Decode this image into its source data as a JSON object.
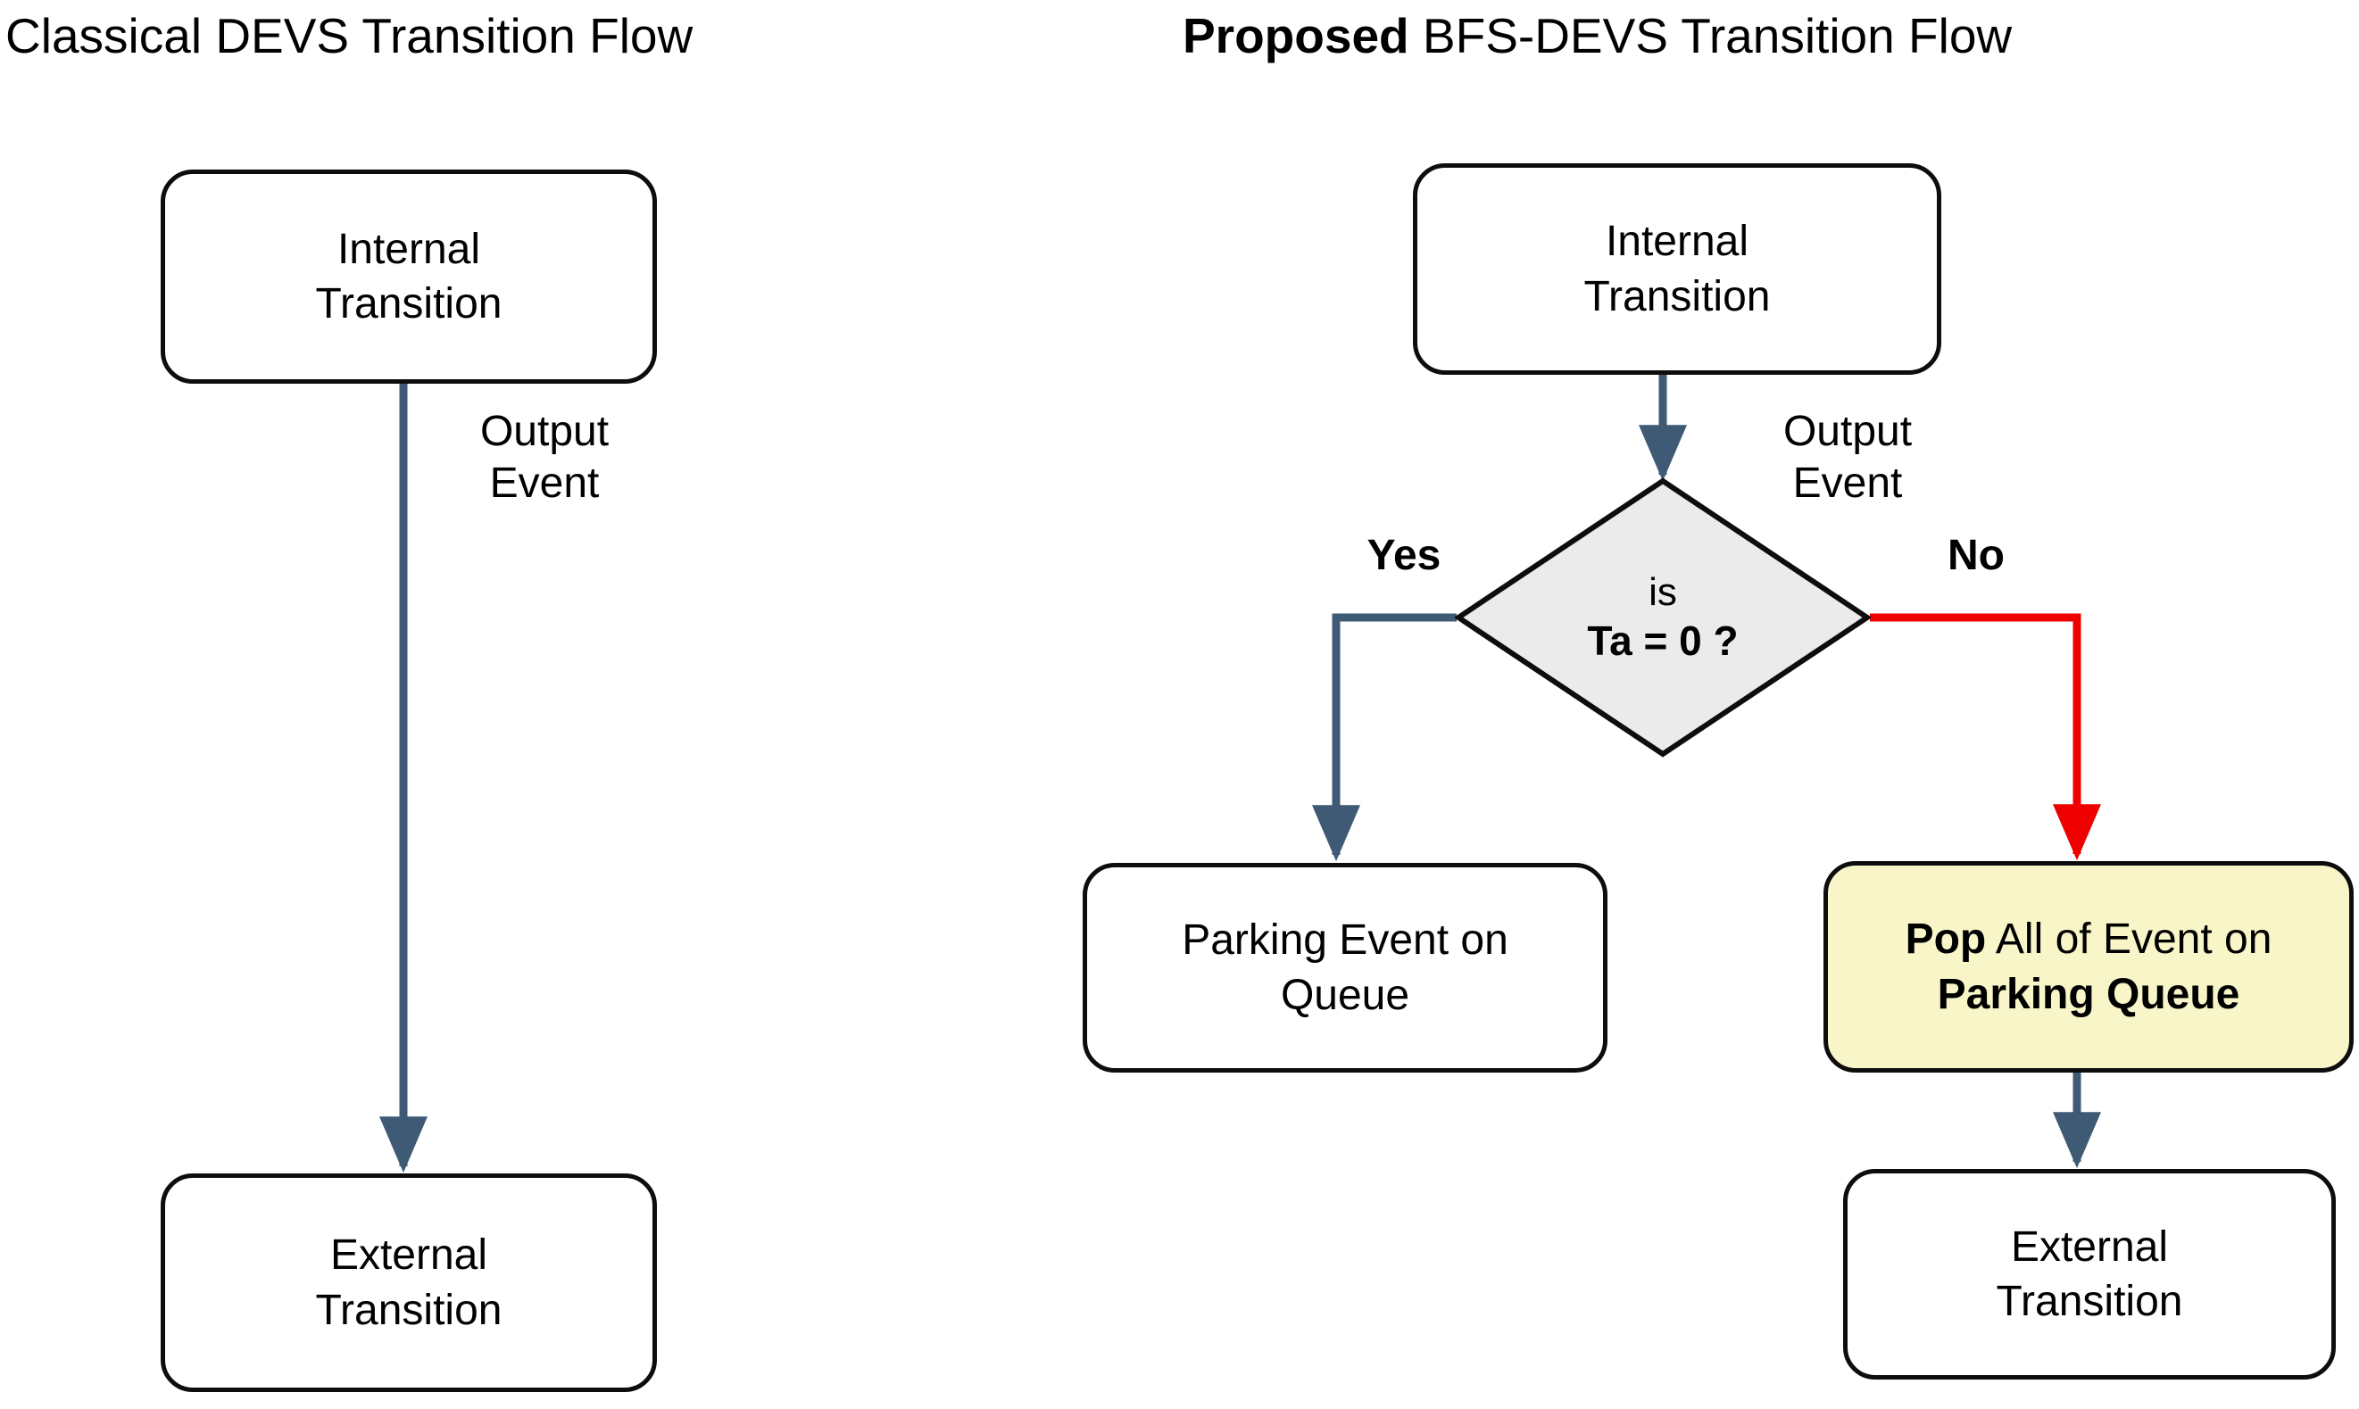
{
  "colors": {
    "arrow_blue": "#3e5a75",
    "arrow_red": "#ee0000",
    "node_border": "#0d0d0d",
    "node_fill": "#ffffff",
    "highlight_fill": "#f8f6c8",
    "decision_fill": "#ebebeb",
    "text": "#000000",
    "background": "#ffffff"
  },
  "left_panel": {
    "title_plain": "Classical DEVS Transition Flow",
    "nodes": {
      "internal_transition": {
        "line1": "Internal",
        "line2": "Transition"
      },
      "external_transition": {
        "line1": "External",
        "line2": "Transition"
      }
    },
    "edge_labels": {
      "output_event": {
        "line1": "Output",
        "line2": "Event"
      }
    }
  },
  "right_panel": {
    "title_bold": "Proposed",
    "title_rest": " BFS-DEVS Transition Flow",
    "nodes": {
      "internal_transition": {
        "line1": "Internal",
        "line2": "Transition"
      },
      "parking_event": {
        "line1": "Parking Event on",
        "line2": "Queue"
      },
      "pop_event": {
        "line1_bold": "Pop",
        "line1_rest": " All of Event on",
        "line2_bold": "Parking Queue"
      },
      "external_transition": {
        "line1": "External",
        "line2": "Transition"
      }
    },
    "decision": {
      "line1": "is",
      "line2": "Ta = 0 ?"
    },
    "edge_labels": {
      "output_event": {
        "line1": "Output",
        "line2": "Event"
      },
      "yes": "Yes",
      "no": "No"
    }
  }
}
